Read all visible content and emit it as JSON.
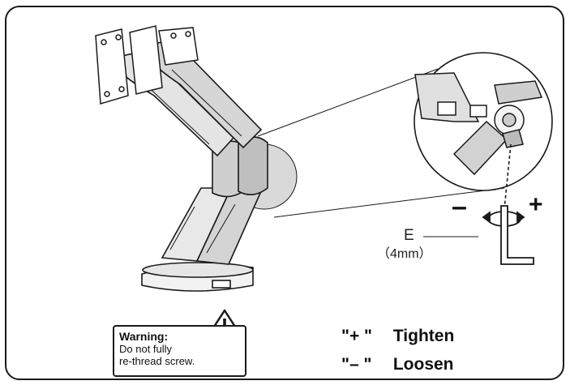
{
  "warning": {
    "title": "Warning:",
    "line1": "Do not  fully",
    "line2": "re-thread  screw."
  },
  "adjust": {
    "minus": "–",
    "plus": "+",
    "tool_label": "E",
    "tool_size": "（4mm）"
  },
  "legend": {
    "tighten_symbol": "\"+ \"",
    "tighten_label": "Tighten",
    "loosen_symbol": "\"– \"",
    "loosen_label": "Loosen"
  },
  "colors": {
    "line": "#1a1a1a",
    "shade": "#d9d9d9",
    "dark_shade": "#b8b8b8"
  }
}
